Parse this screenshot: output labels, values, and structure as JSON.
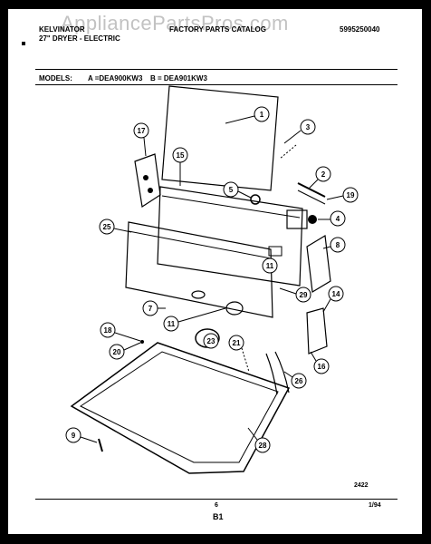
{
  "header": {
    "brand": "KELVINATOR",
    "product": "27\" DRYER - ELECTRIC",
    "catalog": "FACTORY PARTS CATALOG",
    "doc_number": "5995250040",
    "watermark": "AppliancePartsPros.com"
  },
  "models": {
    "label": "MODELS:",
    "a": "A =DEA900KW3",
    "b": "B = DEA901KW3"
  },
  "footer": {
    "diagram_number": "2422",
    "page": "6",
    "section": "B1",
    "date": "1/94"
  },
  "callouts": [
    "1",
    "2",
    "3",
    "4",
    "5",
    "7",
    "8",
    "9",
    "11",
    "11",
    "14",
    "15",
    "16",
    "17",
    "18",
    "19",
    "20",
    "21",
    "23",
    "25",
    "26",
    "28",
    "29"
  ],
  "colors": {
    "ink": "#000000",
    "paper": "#ffffff",
    "border": "#000000"
  }
}
